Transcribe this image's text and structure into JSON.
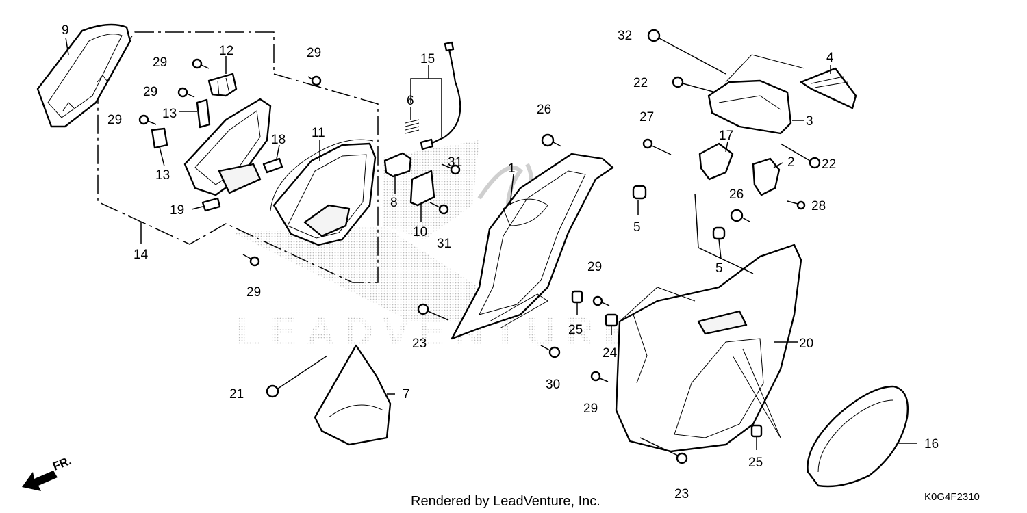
{
  "diagram": {
    "callouts": [
      {
        "id": "c1",
        "label": "1"
      },
      {
        "id": "c2",
        "label": "2"
      },
      {
        "id": "c3",
        "label": "3"
      },
      {
        "id": "c4",
        "label": "4"
      },
      {
        "id": "c5a",
        "label": "5"
      },
      {
        "id": "c5b",
        "label": "5"
      },
      {
        "id": "c6",
        "label": "6"
      },
      {
        "id": "c7",
        "label": "7"
      },
      {
        "id": "c8",
        "label": "8"
      },
      {
        "id": "c9",
        "label": "9"
      },
      {
        "id": "c10",
        "label": "10"
      },
      {
        "id": "c11",
        "label": "11"
      },
      {
        "id": "c12",
        "label": "12"
      },
      {
        "id": "c13a",
        "label": "13"
      },
      {
        "id": "c13b",
        "label": "13"
      },
      {
        "id": "c14",
        "label": "14"
      },
      {
        "id": "c15",
        "label": "15"
      },
      {
        "id": "c16",
        "label": "16"
      },
      {
        "id": "c17",
        "label": "17"
      },
      {
        "id": "c18",
        "label": "18"
      },
      {
        "id": "c19",
        "label": "19"
      },
      {
        "id": "c20",
        "label": "20"
      },
      {
        "id": "c21",
        "label": "21"
      },
      {
        "id": "c22a",
        "label": "22"
      },
      {
        "id": "c22b",
        "label": "22"
      },
      {
        "id": "c23a",
        "label": "23"
      },
      {
        "id": "c23b",
        "label": "23"
      },
      {
        "id": "c24",
        "label": "24"
      },
      {
        "id": "c25a",
        "label": "25"
      },
      {
        "id": "c25b",
        "label": "25"
      },
      {
        "id": "c26a",
        "label": "26"
      },
      {
        "id": "c26b",
        "label": "26"
      },
      {
        "id": "c27",
        "label": "27"
      },
      {
        "id": "c28",
        "label": "28"
      },
      {
        "id": "c29a",
        "label": "29"
      },
      {
        "id": "c29b",
        "label": "29"
      },
      {
        "id": "c29c",
        "label": "29"
      },
      {
        "id": "c29d",
        "label": "29"
      },
      {
        "id": "c29e",
        "label": "29"
      },
      {
        "id": "c29f",
        "label": "29"
      },
      {
        "id": "c29g",
        "label": "29"
      },
      {
        "id": "c30",
        "label": "30"
      },
      {
        "id": "c31a",
        "label": "31"
      },
      {
        "id": "c31b",
        "label": "31"
      },
      {
        "id": "c32",
        "label": "32"
      }
    ],
    "front_label": "FR.",
    "credit": "Rendered by LeadVenture, Inc.",
    "diagram_code": "K0G4F2310",
    "watermark": "LEADVENTURE"
  }
}
